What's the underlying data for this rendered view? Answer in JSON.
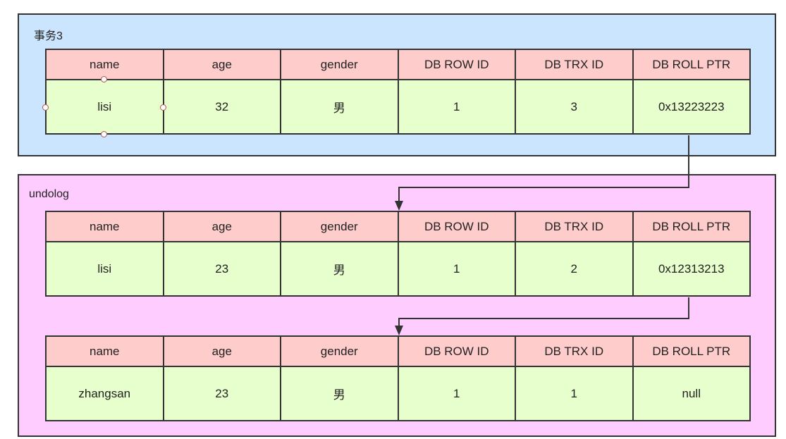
{
  "colors": {
    "tx_bg": "#cce5ff",
    "undo_bg": "#ffccff",
    "header_bg": "#ffcccc",
    "row_bg": "#e6ffcc",
    "border": "#333333"
  },
  "transaction_group": {
    "title": "事务3",
    "headers": [
      "name",
      "age",
      "gender",
      "DB ROW ID",
      "DB TRX ID",
      "DB ROLL PTR"
    ],
    "row": [
      "lisi",
      "32",
      "男",
      "1",
      "3",
      "0x13223223"
    ]
  },
  "undolog_group": {
    "title": "undolog",
    "records": [
      {
        "headers": [
          "name",
          "age",
          "gender",
          "DB ROW ID",
          "DB TRX ID",
          "DB ROLL PTR"
        ],
        "row": [
          "lisi",
          "23",
          "男",
          "1",
          "2",
          "0x12313213"
        ]
      },
      {
        "headers": [
          "name",
          "age",
          "gender",
          "DB ROW ID",
          "DB TRX ID",
          "DB ROLL PTR"
        ],
        "row": [
          "zhangsan",
          "23",
          "男",
          "1",
          "1",
          "null"
        ]
      }
    ]
  }
}
